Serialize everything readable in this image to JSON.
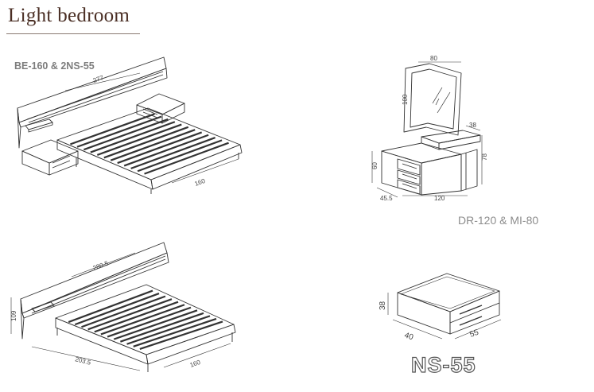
{
  "title": "Light bedroom",
  "models": {
    "bed_set": "BE-160 & 2NS-55",
    "dresser_set": "DR-120 & MI-80",
    "nightstand": "NS-55"
  },
  "dims": {
    "bed_top_headboard": "277",
    "bed_top_width": "160",
    "mirror_width": "80",
    "mirror_height": "100",
    "top_depth": "38",
    "dresser_height": "60",
    "dresser_total_height": "78",
    "dresser_depth": "45.5",
    "dresser_width": "120",
    "bed_bottom_headboard": "280.5",
    "bed_bottom_height": "109",
    "bed_bottom_length": "203.5",
    "bed_bottom_width": "160",
    "ns_height": "38",
    "ns_depth": "40",
    "ns_width": "55"
  },
  "colors": {
    "title": "#4a2e24",
    "line": "#333333"
  }
}
